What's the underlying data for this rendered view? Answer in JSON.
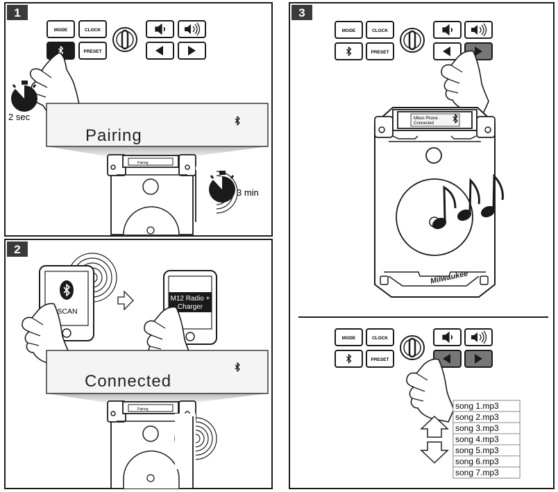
{
  "panels": [
    {
      "number": "1",
      "buttons": {
        "mode": "MODE",
        "clock": "CLOCK",
        "preset": "PRESET"
      },
      "timer_label": "2 sec",
      "display_text": "Pairing",
      "radio_screen_text": "Pairing",
      "radio_timer_label": "3 min"
    },
    {
      "number": "2",
      "phone_button": "SCAN",
      "device_name_line1": "M12 Radio +",
      "device_name_line2": "Charger",
      "display_text": "Connected",
      "radio_screen_text": "Pairing"
    },
    {
      "number": "3",
      "buttons": {
        "mode": "MODE",
        "clock": "CLOCK",
        "preset": "PRESET"
      },
      "radio_screen_line1": "Mikes Phone",
      "radio_screen_line2": "Connected",
      "brand_logo": "Milwaukee",
      "buttons_2": {
        "mode": "MODE",
        "clock": "CLOCK",
        "preset": "PRESET"
      },
      "song_list": [
        "song 1.mp3",
        "song 2.mp3",
        "song 3.mp3",
        "song 4.mp3",
        "song 5.mp3",
        "song 6.mp3",
        "song 7.mp3"
      ]
    }
  ],
  "colors": {
    "line": "#1a1a1a",
    "panel_number_bg": "#3a3a3a",
    "display_bg": "#f4f4f4",
    "beam": "#cfcfcf",
    "button_fill": "#222222"
  }
}
